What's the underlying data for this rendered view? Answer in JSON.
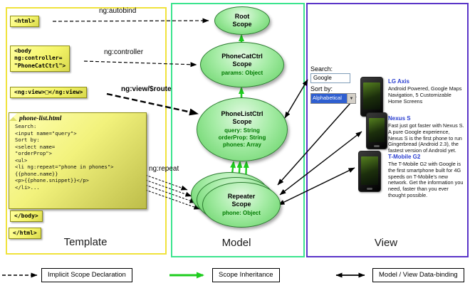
{
  "template_panel": {
    "label": "Template",
    "html_open": "<html>",
    "body_open": "<body\nng:controller=\n\"PhoneCatCtrl\">",
    "ng_view": "<ng:view>□</ng:view>",
    "note_title": "phone-list.html",
    "note_code": "Search:\n<input name=\"query\">\nSort by:\n<select name=\n\"orderProp\">\n<ul>\n<li ng:repeat=\"phone in phones\">\n{{phone.name}}\n<p>{{phone.snippet}}</p>\n</li>...",
    "body_close": "</body>",
    "html_close": "</html>"
  },
  "model_panel": {
    "label": "Model",
    "scopes": {
      "root": {
        "name": "Root\nScope"
      },
      "phonecat": {
        "name": "PhoneCatCtrl\nScope",
        "props": "params: Object"
      },
      "phonelist": {
        "name": "PhoneListCtrl\nScope",
        "props": "query: String\norderProp: String\nphones: Array"
      },
      "repeater": {
        "name": "Repeater\nScope",
        "props": "phone: Object"
      }
    }
  },
  "view_panel": {
    "label": "View",
    "search_label": "Search:",
    "search_value": "Google",
    "sort_label": "Sort by:",
    "sort_value": "Alphabetical",
    "phones": [
      {
        "name": "LG Axis",
        "desc": "Android Powered, Google Maps Navigation, 5 Customizable Home Screens"
      },
      {
        "name": "Nexus S",
        "desc": "Fast just got faster with Nexus S. A pure Google experience, Nexus S is the first phone to run Gingerbread (Android 2.3), the fastest version of Android yet."
      },
      {
        "name": "T-Mobile G2",
        "desc": "The T-Mobile G2 with Google is the first smartphone built for 4G speeds on T-Mobile's new network. Get the information you need, faster than you ever thought possible."
      }
    ]
  },
  "arrow_labels": {
    "autobind": "ng:autobind",
    "controller": "ng:controller",
    "view_route": "ng:view/$route",
    "repeat": "ng:repeat"
  },
  "legend": {
    "implicit": "Implicit Scope Declaration",
    "inheritance": "Scope Inheritance",
    "binding": "Model / View Data-binding"
  },
  "colors": {
    "template_border": "#f0e23c",
    "model_border": "#3be48e",
    "view_border": "#5a35c8",
    "inheritance_green": "#1ecc1e",
    "props_green": "#007a00",
    "link_blue": "#2b3fd0"
  }
}
